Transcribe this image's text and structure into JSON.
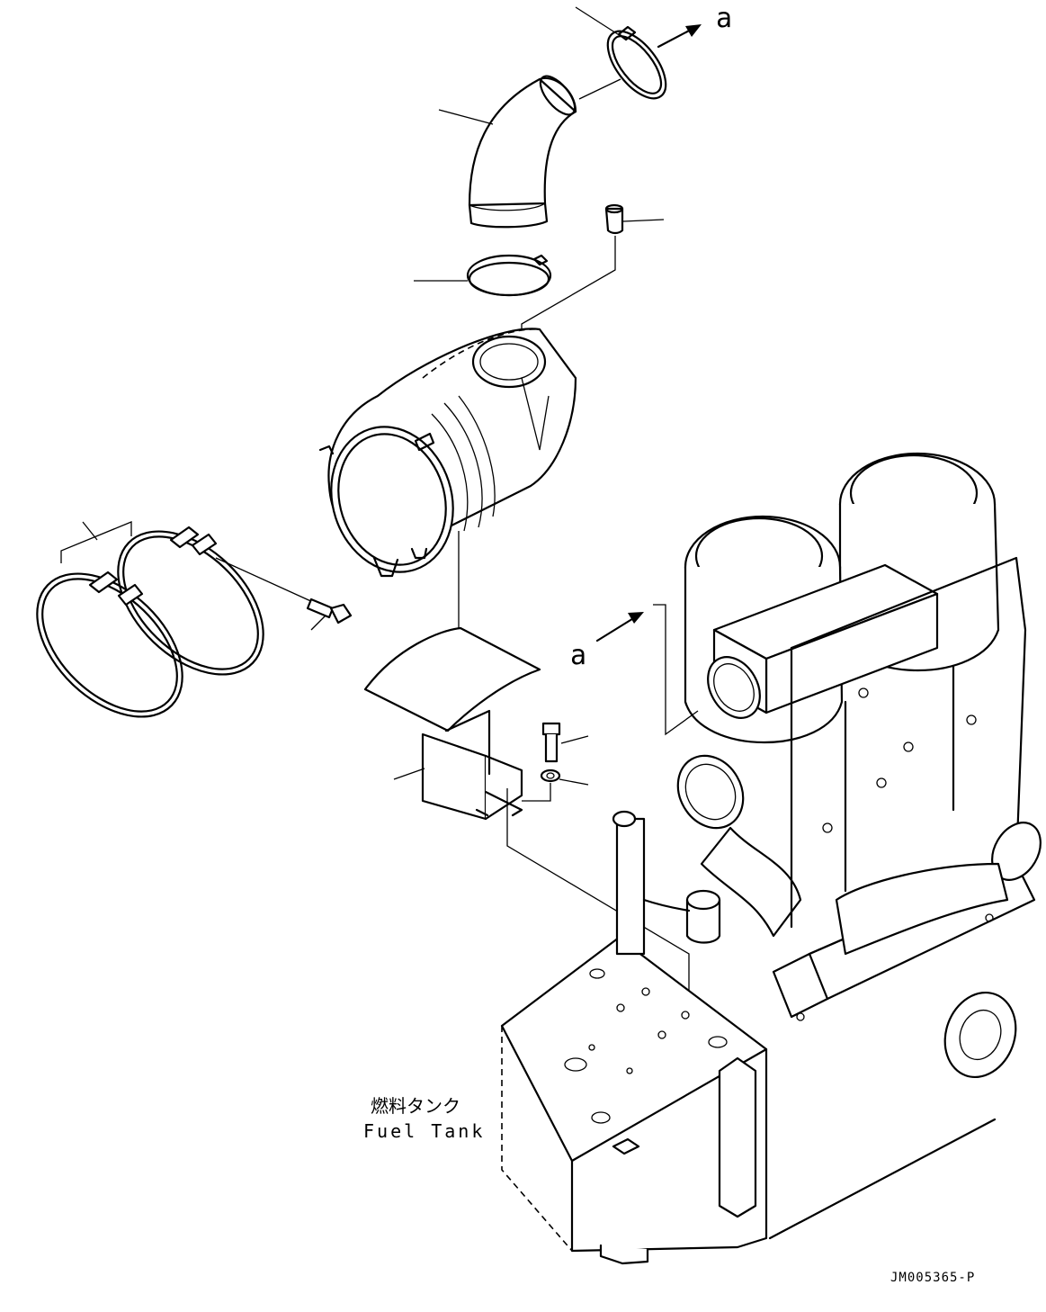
{
  "callouts": {
    "view_arrow_top": "a",
    "view_arrow_side": "a"
  },
  "labels": {
    "fuel_tank_jp": "燃料タンク",
    "fuel_tank_en": "Fuel Tank"
  },
  "drawing_code": "JM005365-P"
}
